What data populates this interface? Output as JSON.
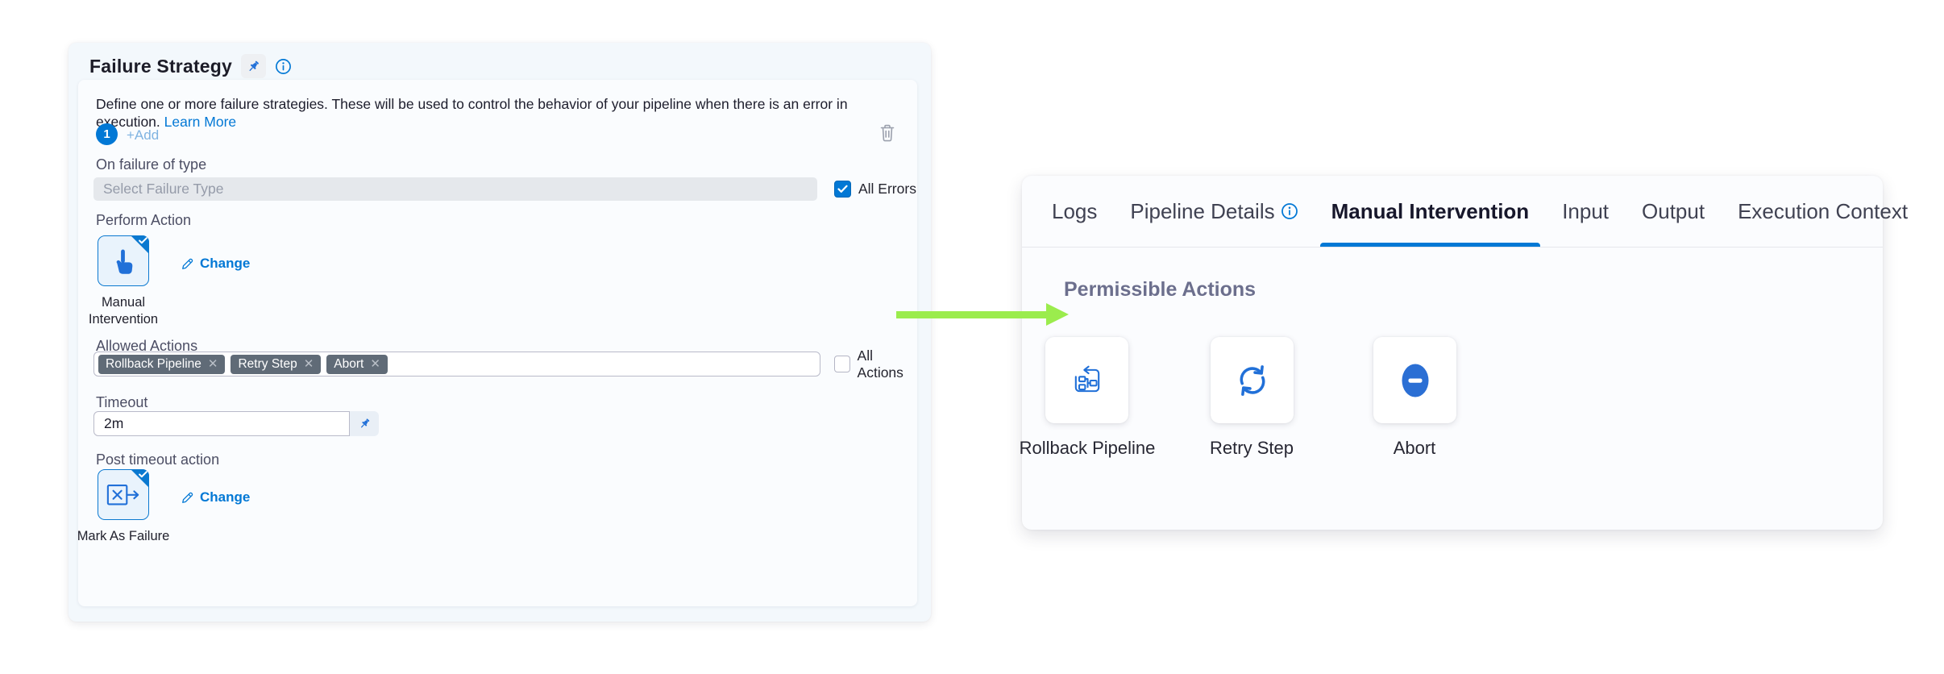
{
  "failure_strategy_panel": {
    "title": "Failure Strategy",
    "description": "Define one or more failure strategies. These will be used to control the behavior of your pipeline when there is an error in execution.",
    "learn_more_label": "Learn More",
    "strategy_badge": "1",
    "add_button_label": "+Add",
    "fields": {
      "on_failure_label": "On failure of type",
      "failure_type_placeholder": "Select Failure Type",
      "all_errors_label": "All Errors",
      "all_errors_checked": true,
      "perform_action_label": "Perform Action",
      "perform_action_value": "Manual Intervention",
      "change_label": "Change",
      "allowed_actions_label": "Allowed Actions",
      "allowed_actions_tags": [
        "Rollback Pipeline",
        "Retry Step",
        "Abort"
      ],
      "all_actions_label": "All Actions",
      "all_actions_checked": false,
      "timeout_label": "Timeout",
      "timeout_value": "2m",
      "post_timeout_label": "Post timeout action",
      "post_timeout_value": "Mark As Failure",
      "post_change_label": "Change"
    }
  },
  "details_panel": {
    "tabs": [
      {
        "label": "Logs",
        "active": false
      },
      {
        "label": "Pipeline Details",
        "active": false,
        "has_info_icon": true
      },
      {
        "label": "Manual Intervention",
        "active": true
      },
      {
        "label": "Input",
        "active": false
      },
      {
        "label": "Output",
        "active": false
      },
      {
        "label": "Execution Context",
        "active": false
      }
    ],
    "active_tab": "Manual Intervention",
    "section_title": "Permissible Actions",
    "actions": [
      {
        "label": "Rollback Pipeline",
        "icon": "rollback-pipeline-icon"
      },
      {
        "label": "Retry Step",
        "icon": "retry-icon"
      },
      {
        "label": "Abort",
        "icon": "abort-icon"
      }
    ]
  },
  "icons": [
    "pushpin-icon",
    "info-icon",
    "delete-icon",
    "hand-pointer-icon",
    "edit-pencil-icon",
    "mark-as-failure-icon",
    "rollback-pipeline-icon",
    "retry-icon",
    "abort-icon",
    "checkmark-icon",
    "close-icon",
    "arrow-right-icon"
  ],
  "colors": {
    "primary_blue": "#0278d5",
    "icon_blue": "#2170d8",
    "arrow_green": "#9bec4d",
    "tag_background": "#606b77",
    "panel_background": "#f3f8fc",
    "card_background": "#fafcfe"
  }
}
